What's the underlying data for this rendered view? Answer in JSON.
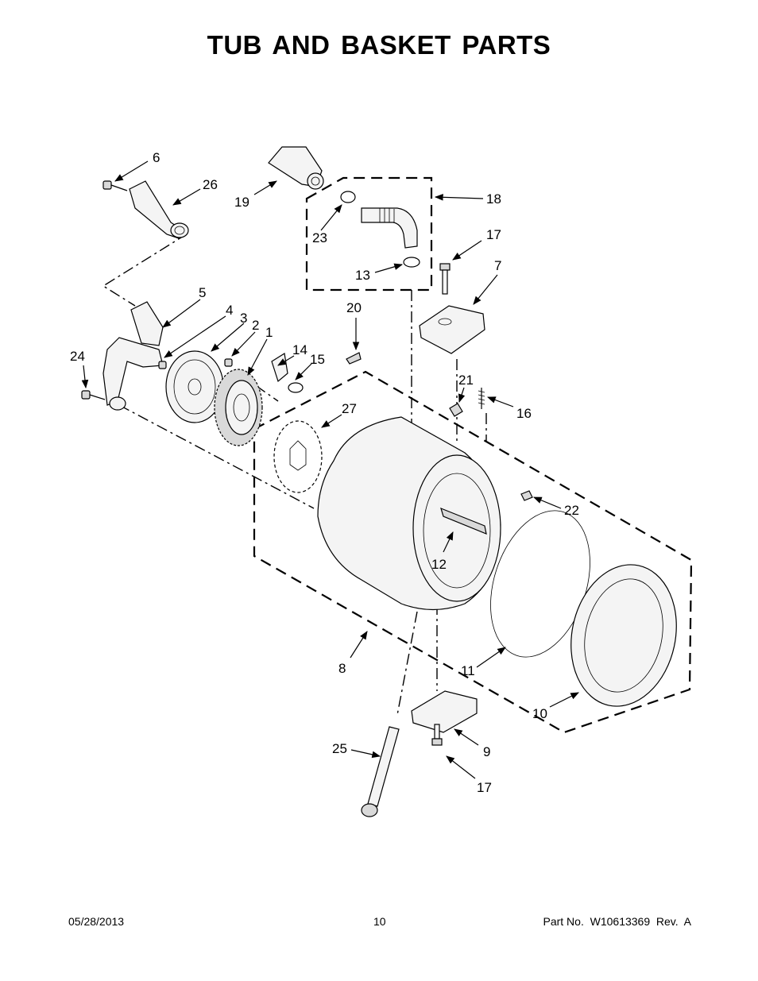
{
  "title": "TUB AND BASKET PARTS",
  "footer": {
    "date": "05/28/2013",
    "page": "10",
    "part_number": "Part No.  W10613369  Rev.  A"
  },
  "callouts": [
    {
      "id": "c6",
      "label": "6"
    },
    {
      "id": "c26",
      "label": "26"
    },
    {
      "id": "c19",
      "label": "19"
    },
    {
      "id": "c18",
      "label": "18"
    },
    {
      "id": "c23",
      "label": "23"
    },
    {
      "id": "c17a",
      "label": "17"
    },
    {
      "id": "c13",
      "label": "13"
    },
    {
      "id": "c7",
      "label": "7"
    },
    {
      "id": "c5",
      "label": "5"
    },
    {
      "id": "c4",
      "label": "4"
    },
    {
      "id": "c3",
      "label": "3"
    },
    {
      "id": "c2",
      "label": "2"
    },
    {
      "id": "c1",
      "label": "1"
    },
    {
      "id": "c14",
      "label": "14"
    },
    {
      "id": "c15",
      "label": "15"
    },
    {
      "id": "c20",
      "label": "20"
    },
    {
      "id": "c24",
      "label": "24"
    },
    {
      "id": "c21",
      "label": "21"
    },
    {
      "id": "c16",
      "label": "16"
    },
    {
      "id": "c27",
      "label": "27"
    },
    {
      "id": "c22",
      "label": "22"
    },
    {
      "id": "c12",
      "label": "12"
    },
    {
      "id": "c8",
      "label": "8"
    },
    {
      "id": "c11",
      "label": "11"
    },
    {
      "id": "c10",
      "label": "10"
    },
    {
      "id": "c9",
      "label": "9"
    },
    {
      "id": "c25",
      "label": "25"
    },
    {
      "id": "c17b",
      "label": "17"
    }
  ]
}
